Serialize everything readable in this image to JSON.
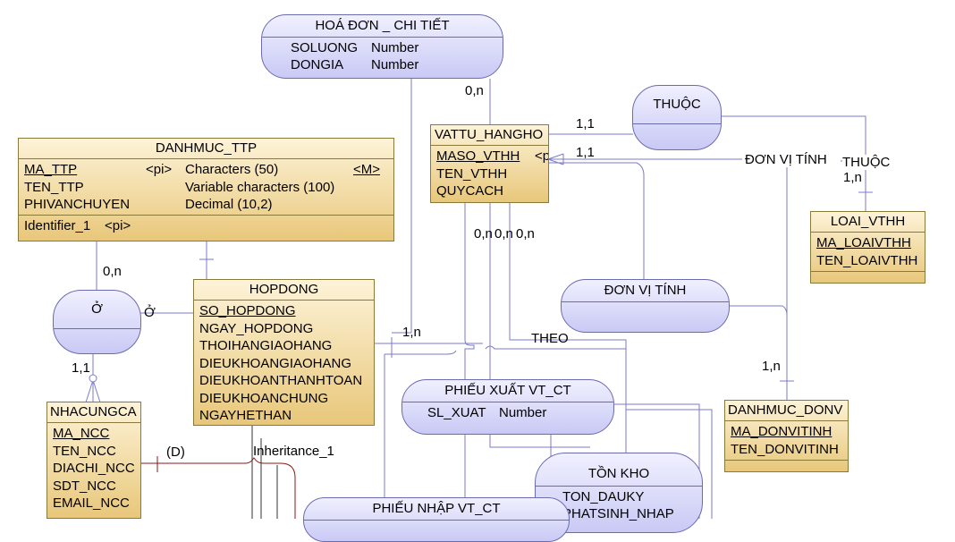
{
  "entities": {
    "danhmuc_ttp": {
      "title": "DANHMUC_TTP",
      "attributes": [
        {
          "name": "MA_TTP",
          "key": "<pi>",
          "type": "Characters (50)",
          "flag": "<M>"
        },
        {
          "name": "TEN_TTP",
          "key": "",
          "type": "Variable characters (100)",
          "flag": ""
        },
        {
          "name": "PHIVANCHUYEN",
          "key": "",
          "type": "Decimal (10,2)",
          "flag": ""
        }
      ],
      "identifier": "Identifier_1",
      "identifier_key": "<pi>"
    },
    "hopdong": {
      "title": "HOPDONG",
      "attributes": [
        "SO_HOPDONG",
        "NGAY_HOPDONG",
        "THOIHANGIAOHANG",
        "DIEUKHOANGIAOHANG",
        "DIEUKHOANTHANHTOAN",
        "DIEUKHOANCHUNG",
        "NGAYHETHAN"
      ]
    },
    "vattu_hangho": {
      "title": "VATTU_HANGHO",
      "attributes": [
        "MASO_VTHH",
        "TEN_VTHH",
        "QUYCACH"
      ],
      "key_fragment": "<p"
    },
    "nhacungca": {
      "title": "NHACUNGCA",
      "attributes": [
        "MA_NCC",
        "TEN_NCC",
        "DIACHI_NCC",
        "SDT_NCC",
        "EMAIL_NCC"
      ]
    },
    "loai_vthh": {
      "title": "LOAI_VTHH",
      "attributes": [
        "MA_LOAIVTHH",
        "TEN_LOAIVTHH"
      ]
    },
    "danhmuc_donv": {
      "title": "DANHMUC_DONV",
      "attributes": [
        "MA_DONVITINH",
        "TEN_DONVITINH"
      ]
    }
  },
  "relationships": {
    "hoadon_chitiet": {
      "title": "HOÁ ĐƠN _ CHI TIẾT",
      "attributes": [
        {
          "name": "SOLUONG",
          "type": "Number"
        },
        {
          "name": "DONGIA",
          "type": "Number"
        }
      ]
    },
    "thuoc": {
      "title": "THUỘC"
    },
    "o": {
      "title": "Ở"
    },
    "donvitinh": {
      "title": "ĐƠN VỊ TÍNH"
    },
    "phieuxuat": {
      "title": "PHIẾU XUẤT VT_CT",
      "attributes": [
        {
          "name": "SL_XUAT",
          "type": "Number"
        }
      ]
    },
    "tonkho": {
      "title": "TỒN KHO",
      "attributes": [
        "TON_DAUKY",
        "PHATSINH_NHAP"
      ]
    },
    "phieunhap": {
      "title": "PHIẾU NHẬP VT_CT"
    }
  },
  "labels": {
    "card_0n_top": "0,n",
    "card_11_a": "1,1",
    "card_11_b": "1,1",
    "donvitinh_line": "ĐƠN VỊ TÍNH",
    "thuoc_line": "THUỘC",
    "card_1n_loai": "1,n",
    "card_0n_ttp": "0,n",
    "o_line": "Ở",
    "card_0n_a": "0,n",
    "card_0n_b": "0,n",
    "card_0n_c": "0,n",
    "card_1n_hop": "1,n",
    "theo": "THEO",
    "card_11_ncc": "1,1",
    "card_1n_donv": "1,n",
    "disjoint": "(D)",
    "inheritance": "Inheritance_1"
  },
  "colors": {
    "entity_border": "#8a7a3a",
    "relationship_border": "#6b6bb0",
    "link_line": "#7a7acc",
    "inheritance_line": "#8b1a1a"
  }
}
